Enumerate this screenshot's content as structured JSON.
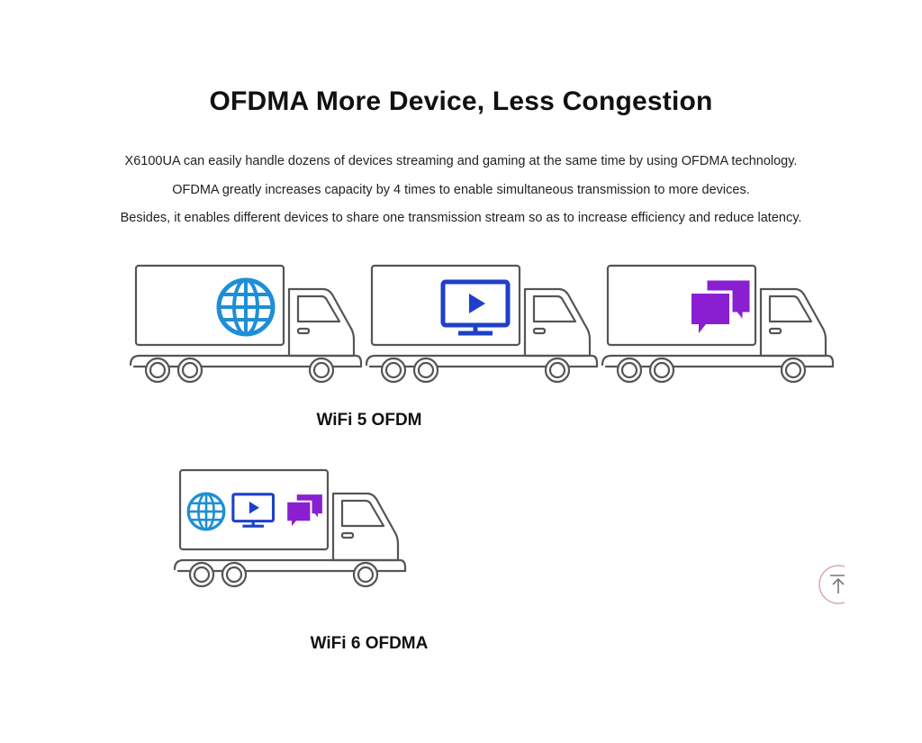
{
  "heading": "OFDMA More Device, Less Congestion",
  "description": [
    "X6100UA can easily handle dozens of devices streaming and gaming at the same time by using OFDMA technology.",
    "OFDMA greatly increases capacity by 4 times to enable simultaneous transmission to more devices.",
    "Besides, it enables different devices to share one transmission stream so as to increase efficiency and reduce latency."
  ],
  "wifi5_label": "WiFi 5 OFDM",
  "wifi6_label": "WiFi 6 OFDMA",
  "icons": {
    "globe": "globe-icon",
    "monitor": "monitor-play-icon",
    "chat": "chat-bubbles-icon",
    "scroll": "arrow-up-to-top-icon"
  },
  "colors": {
    "globe": "#1e8fd6",
    "monitor": "#1e40c8",
    "chat": "#8a1fd1",
    "truck_outline": "#555555"
  }
}
